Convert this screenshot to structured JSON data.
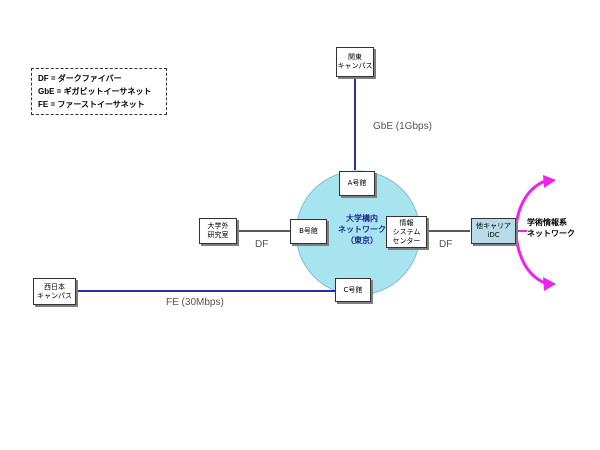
{
  "legend": {
    "lines": [
      "DF =  ダークファイバー",
      "GbE = ギガビットイーサネット",
      "FE = ファーストイーサネット"
    ]
  },
  "nodes": {
    "kanto": "関東\nキャンパス",
    "a_bldg": "A号館",
    "b_bldg": "B号館",
    "c_bldg": "C号館",
    "off_campus_lab": "大学外\n研究室",
    "info_center": "情報\nシステム\nセンター",
    "other_carrier_idc": "他キャリア\niDC",
    "nishinihon": "西日本\nキャンパス"
  },
  "center": {
    "label": "大学構内\nネットワーク\n（東京）"
  },
  "external": {
    "label": "学術情報系\nネットワーク"
  },
  "links": {
    "gbe": "GbE (1Gbps)",
    "df_left": "DF",
    "df_right": "DF",
    "fe": "FE (30Mbps)"
  },
  "colors": {
    "blue_line": "#2b2bb0",
    "black_line": "#222222",
    "ring_fill": "#a8e4f0",
    "arrow": "#ee22ee",
    "idc_fill": "#b8dbe8"
  }
}
